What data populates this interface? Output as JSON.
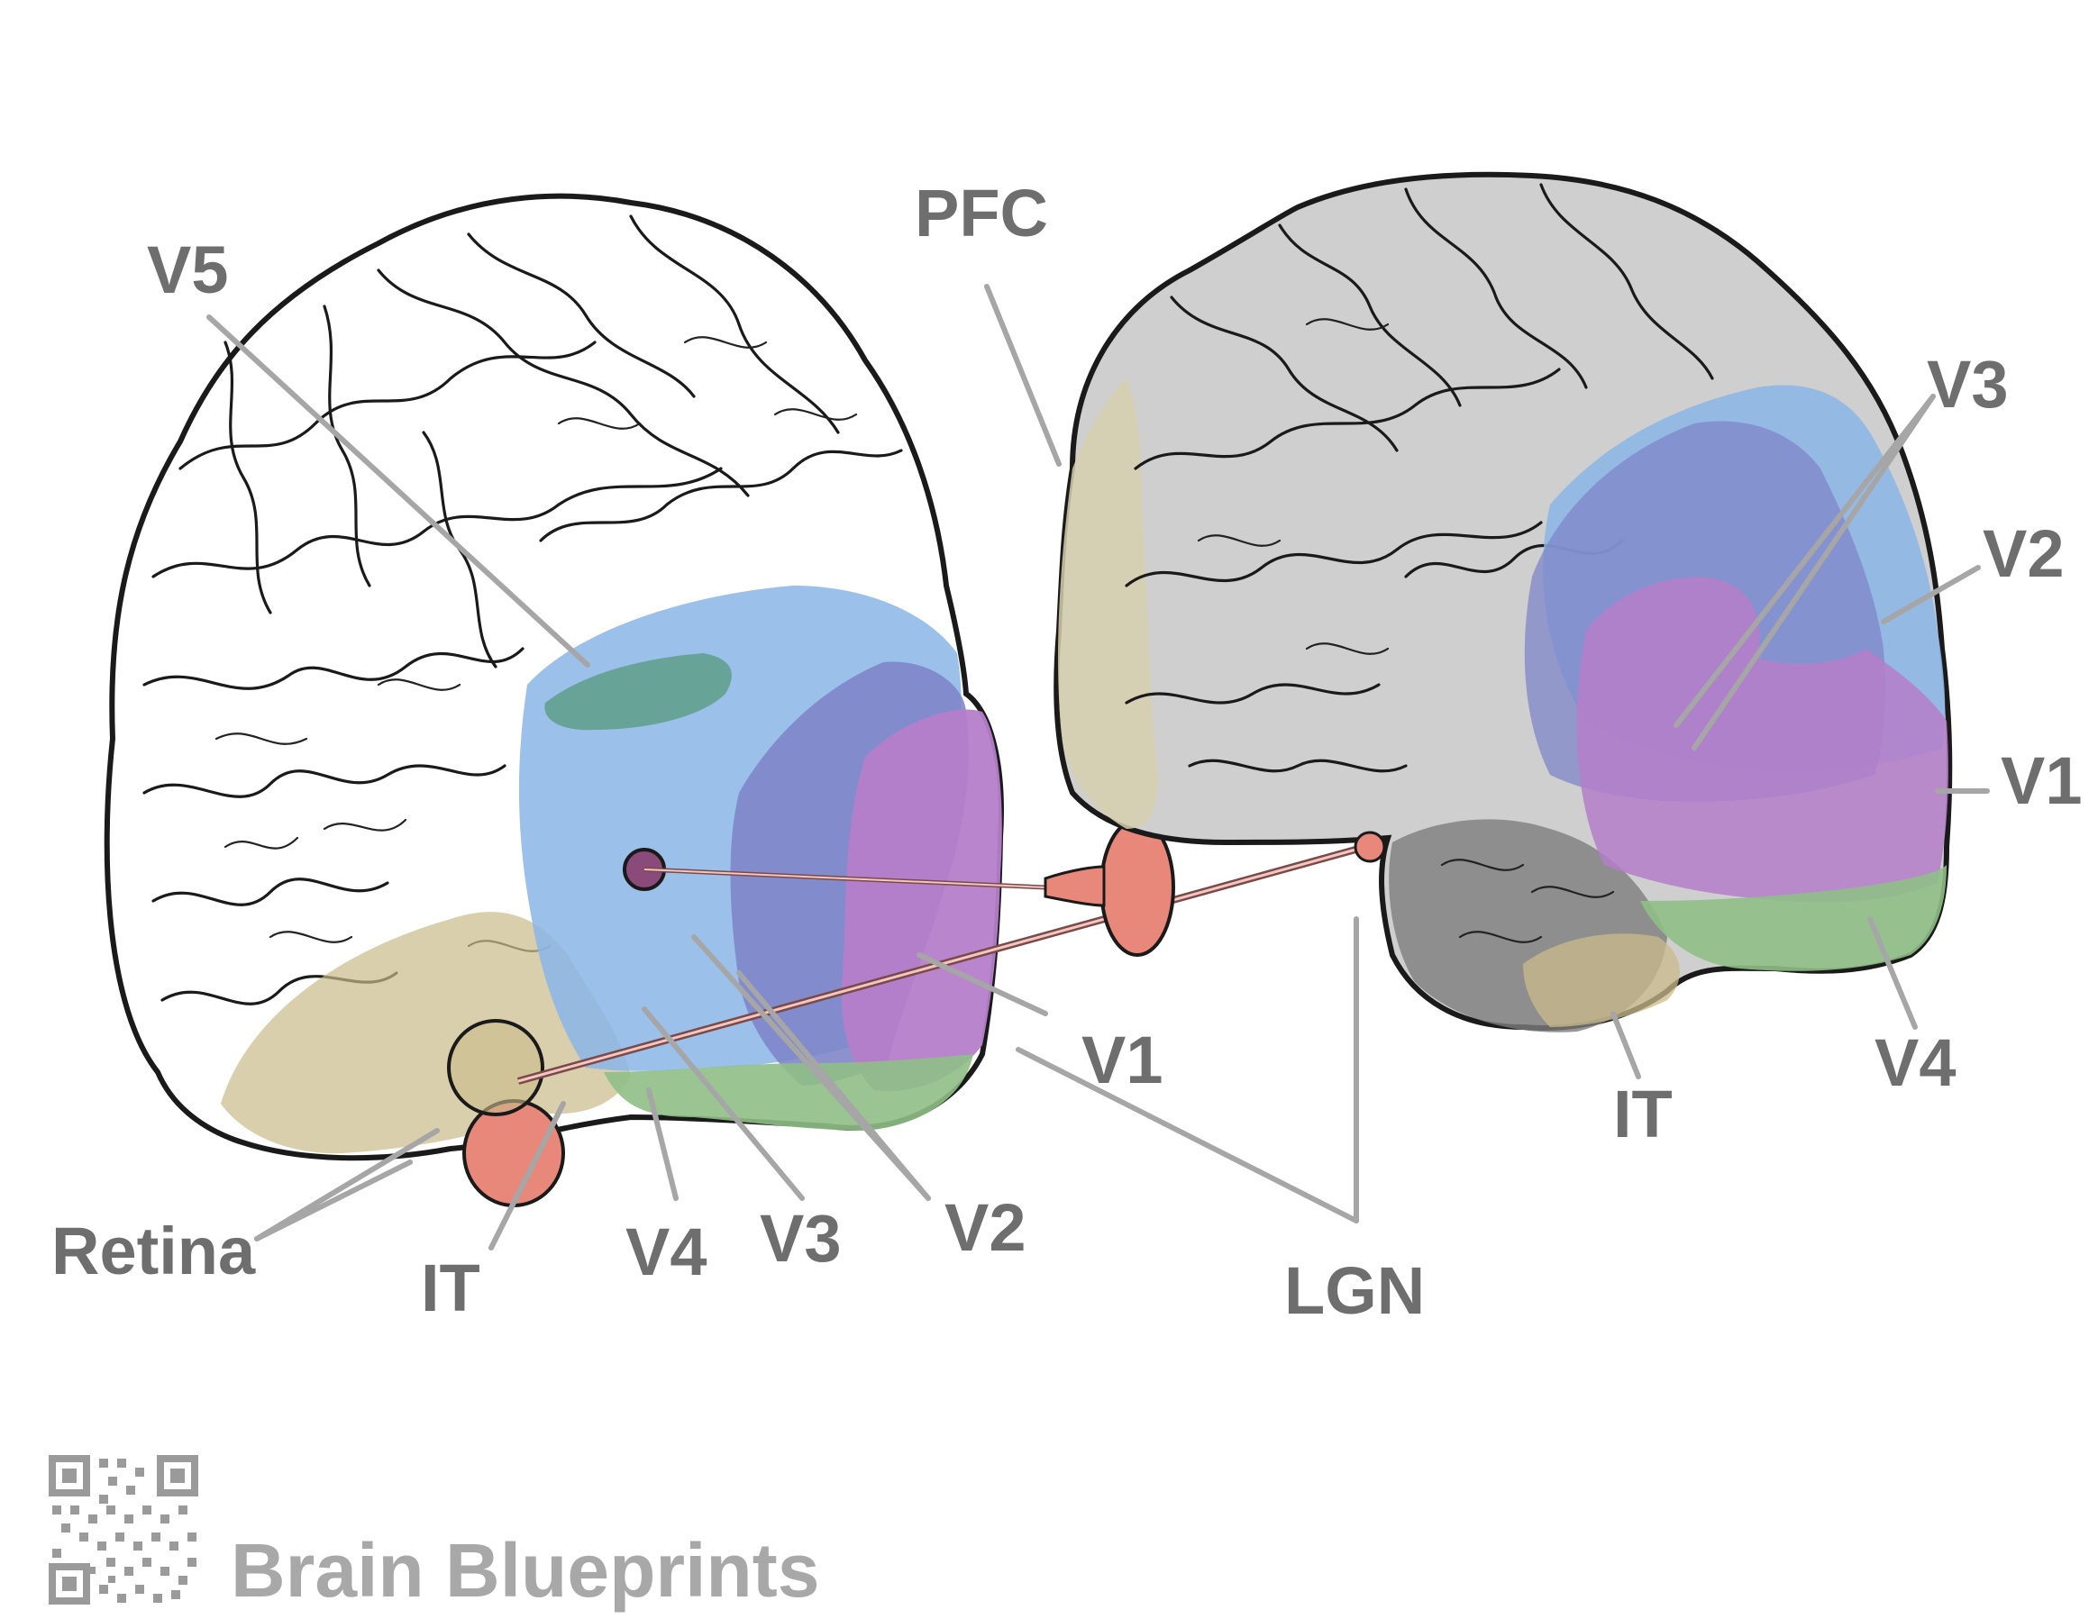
{
  "labels": {
    "left": {
      "v5": "V5",
      "v1": "V1",
      "v2": "V2",
      "v3": "V3",
      "v4": "V4",
      "it": "IT",
      "retina": "Retina"
    },
    "center": {
      "pfc": "PFC",
      "lgn": "LGN"
    },
    "right": {
      "v3": "V3",
      "v2": "V2",
      "v1": "V1",
      "v4": "V4",
      "it": "IT"
    }
  },
  "branding": {
    "name": "Brain Blueprints",
    "qr_icon": "qr-code-icon"
  },
  "colors": {
    "v1": "#b57ec9",
    "v2": "#7f86c9",
    "v3": "#8ab6e8",
    "v4": "#8fbf87",
    "v5": "#5f9e8a",
    "it": "#c9bb8a",
    "pfc": "#d6cfae",
    "retina_lgn": "#e8887a",
    "label": "#6e6e6e",
    "brand": "#a8a8a8"
  }
}
